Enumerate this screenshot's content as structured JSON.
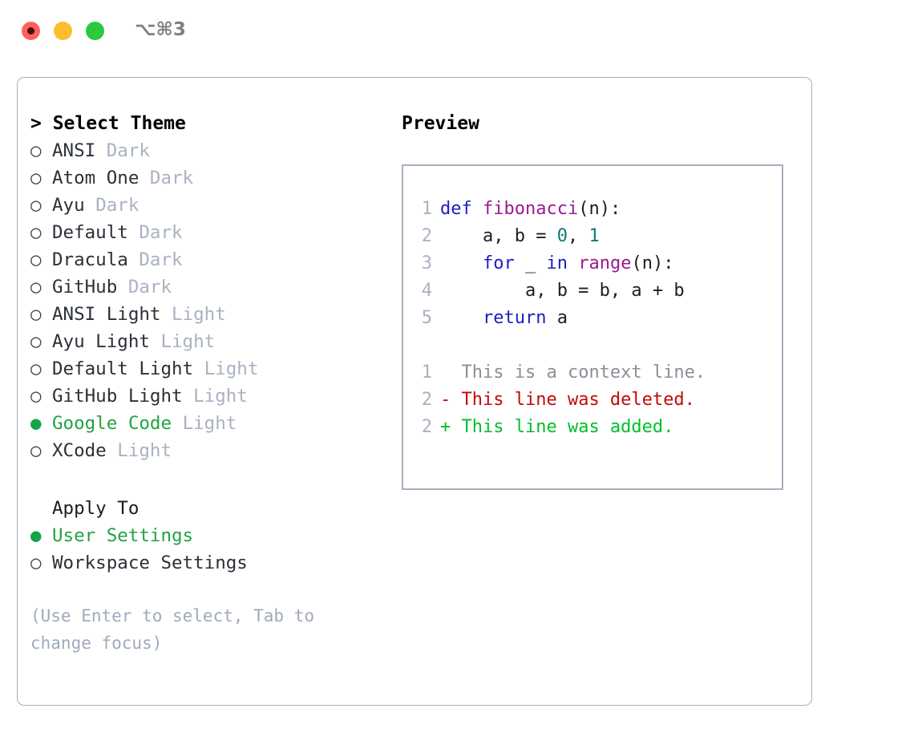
{
  "window": {
    "shortcut": "⌥⌘3",
    "traffic_lights": [
      {
        "name": "close",
        "color": "#ff6159"
      },
      {
        "name": "minimize",
        "color": "#ffbd2e"
      },
      {
        "name": "maximize",
        "color": "#2bc840"
      }
    ]
  },
  "theme_picker": {
    "header": "> Select Theme",
    "bullet_selected": "●",
    "bullet_unselected": "○",
    "items": [
      {
        "name": "ANSI",
        "badge": "Dark",
        "selected": false
      },
      {
        "name": "Atom One",
        "badge": "Dark",
        "selected": false
      },
      {
        "name": "Ayu",
        "badge": "Dark",
        "selected": false
      },
      {
        "name": "Default",
        "badge": "Dark",
        "selected": false
      },
      {
        "name": "Dracula",
        "badge": "Dark",
        "selected": false
      },
      {
        "name": "GitHub",
        "badge": "Dark",
        "selected": false
      },
      {
        "name": "ANSI Light",
        "badge": "Light",
        "selected": false
      },
      {
        "name": "Ayu Light",
        "badge": "Light",
        "selected": false
      },
      {
        "name": "Default Light",
        "badge": "Light",
        "selected": false
      },
      {
        "name": "GitHub Light",
        "badge": "Light",
        "selected": false
      },
      {
        "name": "Google Code",
        "badge": "Light",
        "selected": true
      },
      {
        "name": "XCode",
        "badge": "Light",
        "selected": false
      }
    ]
  },
  "apply_to": {
    "label": "Apply To",
    "options": [
      {
        "name": "User Settings",
        "selected": true
      },
      {
        "name": "Workspace Settings",
        "selected": false
      }
    ]
  },
  "hint": "(Use Enter to select, Tab to change focus)",
  "preview": {
    "title": "Preview",
    "code_lines": [
      {
        "number": "1",
        "tokens": [
          {
            "text": "def ",
            "kind": "kw"
          },
          {
            "text": "fibonacci",
            "kind": "fn"
          },
          {
            "text": "(n):",
            "kind": "plain"
          }
        ]
      },
      {
        "number": "2",
        "tokens": [
          {
            "text": "    a, b = ",
            "kind": "plain"
          },
          {
            "text": "0",
            "kind": "num"
          },
          {
            "text": ", ",
            "kind": "plain"
          },
          {
            "text": "1",
            "kind": "num"
          }
        ]
      },
      {
        "number": "3",
        "tokens": [
          {
            "text": "    for ",
            "kind": "kw"
          },
          {
            "text": "_ ",
            "kind": "plain"
          },
          {
            "text": "in ",
            "kind": "kw"
          },
          {
            "text": "range",
            "kind": "fn"
          },
          {
            "text": "(n):",
            "kind": "plain"
          }
        ]
      },
      {
        "number": "4",
        "tokens": [
          {
            "text": "        a, b = b, a + b",
            "kind": "plain"
          }
        ]
      },
      {
        "number": "5",
        "tokens": [
          {
            "text": "    return ",
            "kind": "kw"
          },
          {
            "text": "a",
            "kind": "plain"
          }
        ]
      }
    ],
    "diff_lines": [
      {
        "number": "1",
        "marker": "  ",
        "text": "This is a context line.",
        "kind": "ctx"
      },
      {
        "number": "2",
        "marker": "- ",
        "text": "This line was deleted.",
        "kind": "del"
      },
      {
        "number": "2",
        "marker": "+ ",
        "text": "This line was added.",
        "kind": "add"
      }
    ]
  },
  "colors": {
    "accent_green": "#22a342",
    "badge_gray": "#a9b2c1",
    "border": "#a7b0bf",
    "keyword": "#1d20c4",
    "function": "#9c1a8e",
    "number": "#0b7a77",
    "diff_context": "#8a8f98",
    "diff_deleted": "#c00b0b",
    "diff_added": "#00bf2a"
  }
}
